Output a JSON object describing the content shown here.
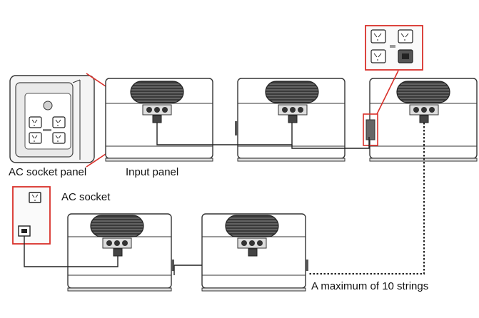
{
  "labels": {
    "ac_socket_panel": "AC socket panel",
    "input_panel": "Input panel",
    "ac_socket": "AC socket",
    "max_strings": "A maximum of 10 strings"
  },
  "colors": {
    "outline": "#333333",
    "cable": "#222222",
    "highlight": "#d9302a",
    "panel_fill": "#ececec",
    "dark_fill": "#3a3a3a"
  }
}
